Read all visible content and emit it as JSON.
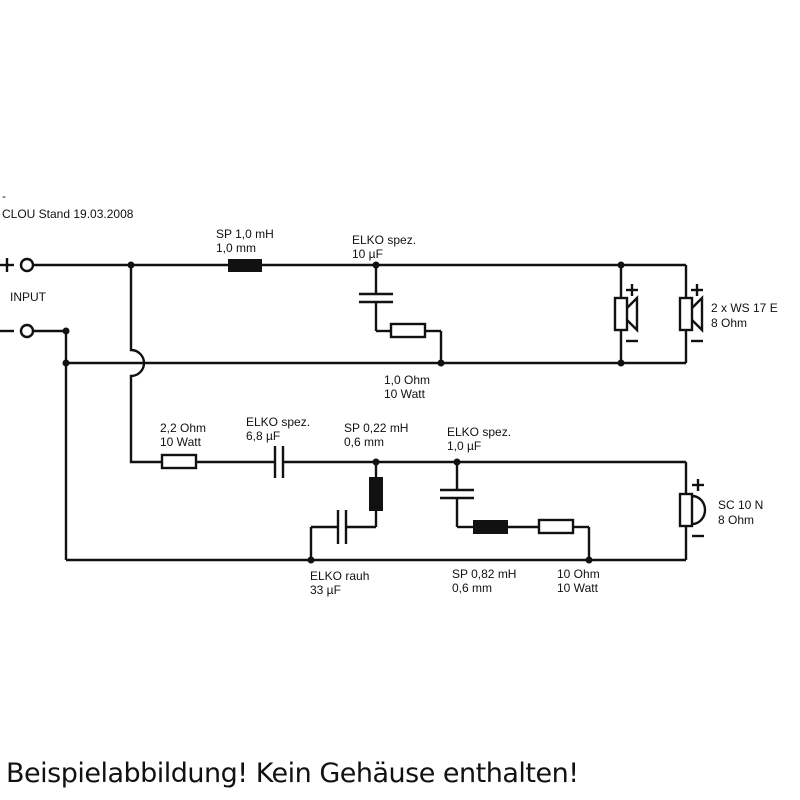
{
  "header": {
    "dash": "-",
    "title": "CLOU Stand 19.03.2008"
  },
  "input": {
    "label": "INPUT",
    "plus": "+",
    "minus": "–"
  },
  "components": {
    "sp1": {
      "line1": "SP 1,0 mH",
      "line2": "1,0 mm"
    },
    "elko1": {
      "line1": "ELKO spez.",
      "line2": "10 µF"
    },
    "r1": {
      "line1": "1,0 Ohm",
      "line2": "10 Watt"
    },
    "woofer": {
      "line1": "2 x WS 17 E",
      "line2": "8 Ohm"
    },
    "r2": {
      "line1": "2,2 Ohm",
      "line2": "10 Watt"
    },
    "elko2": {
      "line1": "ELKO spez.",
      "line2": "6,8 µF"
    },
    "sp2": {
      "line1": "SP 0,22 mH",
      "line2": "0,6 mm"
    },
    "elko3": {
      "line1": "ELKO spez.",
      "line2": "1,0 µF"
    },
    "elko4": {
      "line1": "ELKO rauh",
      "line2": "33 µF"
    },
    "sp3": {
      "line1": "SP 0,82 mH",
      "line2": "0,6 mm"
    },
    "r3": {
      "line1": "10 Ohm",
      "line2": "10 Watt"
    },
    "tweeter": {
      "line1": "SC 10 N",
      "line2": "8 Ohm"
    }
  },
  "polarity": {
    "plus": "+",
    "minus": "−"
  },
  "caption": "Beispielabbildung! Kein Gehäuse enthalten!"
}
